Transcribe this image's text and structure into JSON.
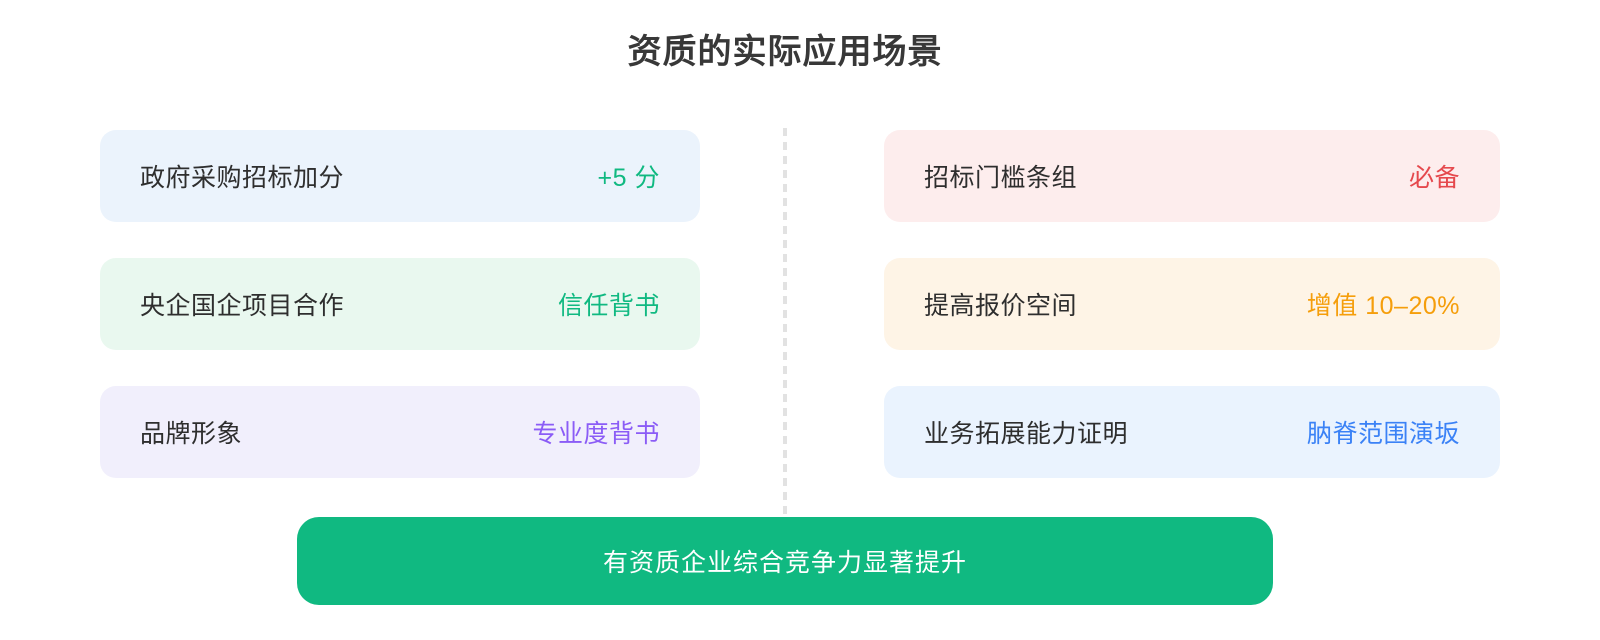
{
  "title": "资质的实际应用场景",
  "left_column": {
    "cards": [
      {
        "label": "政府采购招标加分",
        "value": "+5 分",
        "bg": "#EBF3FC",
        "value_color": "#10B981"
      },
      {
        "label": "央企国企项目合作",
        "value": "信任背书",
        "bg": "#E9F8EF",
        "value_color": "#10B981"
      },
      {
        "label": "品牌形象",
        "value": "专业度背书",
        "bg": "#F1EFFC",
        "value_color": "#8B5CF6"
      }
    ]
  },
  "right_column": {
    "cards": [
      {
        "label": "招标门槛条组",
        "value": "必备",
        "bg": "#FDEDED",
        "value_color": "#E5494D"
      },
      {
        "label": "提高报价空间",
        "value": "增值 10–20%",
        "bg": "#FEF4E6",
        "value_color": "#F59E0B"
      },
      {
        "label": "业务拓展能力证明",
        "value": "肭脊范围演坂",
        "bg": "#EAF3FE",
        "value_color": "#3B82F6"
      }
    ]
  },
  "banner": {
    "text": "有资质企业综合竞争力显著提升",
    "bg": "#10B981",
    "text_color": "#FFFFFF"
  },
  "divider_color": "#E2E2E2"
}
